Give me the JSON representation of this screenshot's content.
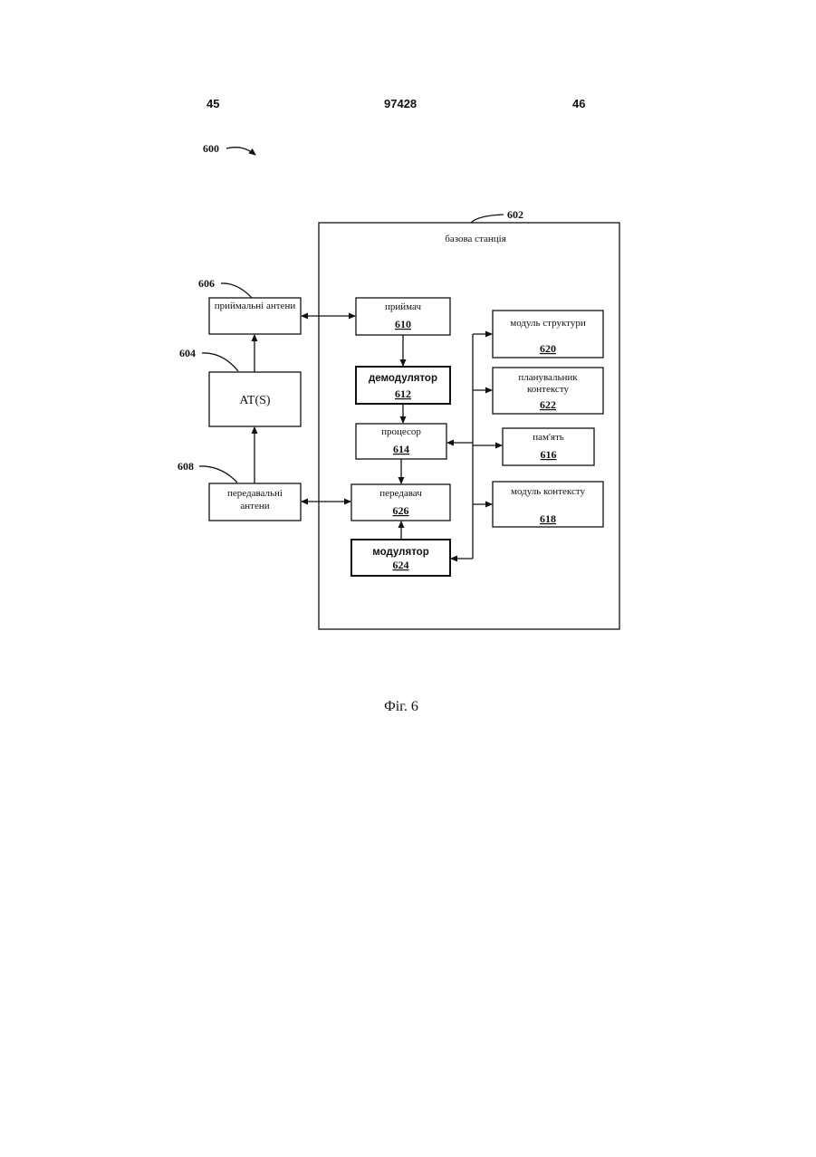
{
  "header": {
    "left_page": "45",
    "center_number": "97428",
    "right_page": "46"
  },
  "figure_ref": "600",
  "base_station": {
    "ref": "602",
    "label": "базова станція"
  },
  "blocks": {
    "rx_antennas": {
      "ref": "606",
      "label": "приймальні антени"
    },
    "ats": {
      "ref": "604",
      "label": "AT(S)"
    },
    "tx_antennas": {
      "ref": "608",
      "label_line1": "передавальні",
      "label_line2": "антени"
    },
    "receiver": {
      "label": "приймач",
      "num": "610"
    },
    "demodulator": {
      "label": "демодулятор",
      "num": "612"
    },
    "processor": {
      "label": "процесор",
      "num": "614"
    },
    "transmitter": {
      "label": "передавач",
      "num": "626"
    },
    "modulator": {
      "label": "модулятор",
      "num": "624"
    },
    "structure_module": {
      "label": "модуль структури",
      "num": "620"
    },
    "context_scheduler": {
      "label_line1": "планувальник",
      "label_line2": "контексту",
      "num": "622"
    },
    "memory": {
      "label": "пам'ять",
      "num": "616"
    },
    "context_module": {
      "label": "модуль контексту",
      "num": "618"
    }
  },
  "caption": "Фіг. 6"
}
